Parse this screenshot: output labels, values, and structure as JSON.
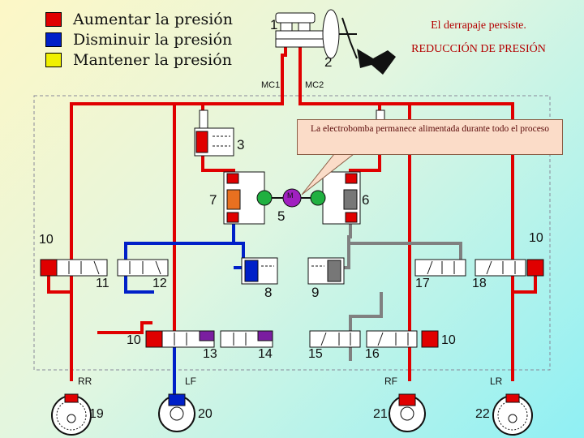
{
  "legend": [
    {
      "label": "Aumentar la presión",
      "color": "#e00000"
    },
    {
      "label": "Disminuir la presión",
      "color": "#0020c8"
    },
    {
      "label": "Mantener la presión",
      "color": "#f0f000"
    }
  ],
  "status": {
    "main": "El derrapaje persiste.",
    "mode": "REDUCCIÓN DE PRESIÓN"
  },
  "callout": "La electrobomba permanece alimentada durante todo el proceso",
  "labels": {
    "mc1": "MC1",
    "mc2": "MC2",
    "rr": "RR",
    "lf": "LF",
    "rf": "RF",
    "lr": "LR",
    "motor": "M",
    "n1": "1",
    "n2": "2",
    "n3": "3",
    "n5": "5",
    "n6": "6",
    "n7": "7",
    "n8": "8",
    "n9": "9",
    "n10a": "10",
    "n10b": "10",
    "n10c": "10",
    "n10d": "10",
    "n11": "11",
    "n12": "12",
    "n13": "13",
    "n14": "14",
    "n15": "15",
    "n16": "16",
    "n17": "17",
    "n18": "18",
    "n19": "19",
    "n20": "20",
    "n21": "21",
    "n22": "22"
  },
  "colors": {
    "pressure_increase": "#e00000",
    "pressure_decrease": "#0020c8",
    "pressure_hold": "#f0f000",
    "return_line": "#808080",
    "check_valve": "#7a1ea0",
    "pump_orange": "#e87020",
    "pump_green": "#20b040",
    "motor": "#a020c0"
  }
}
